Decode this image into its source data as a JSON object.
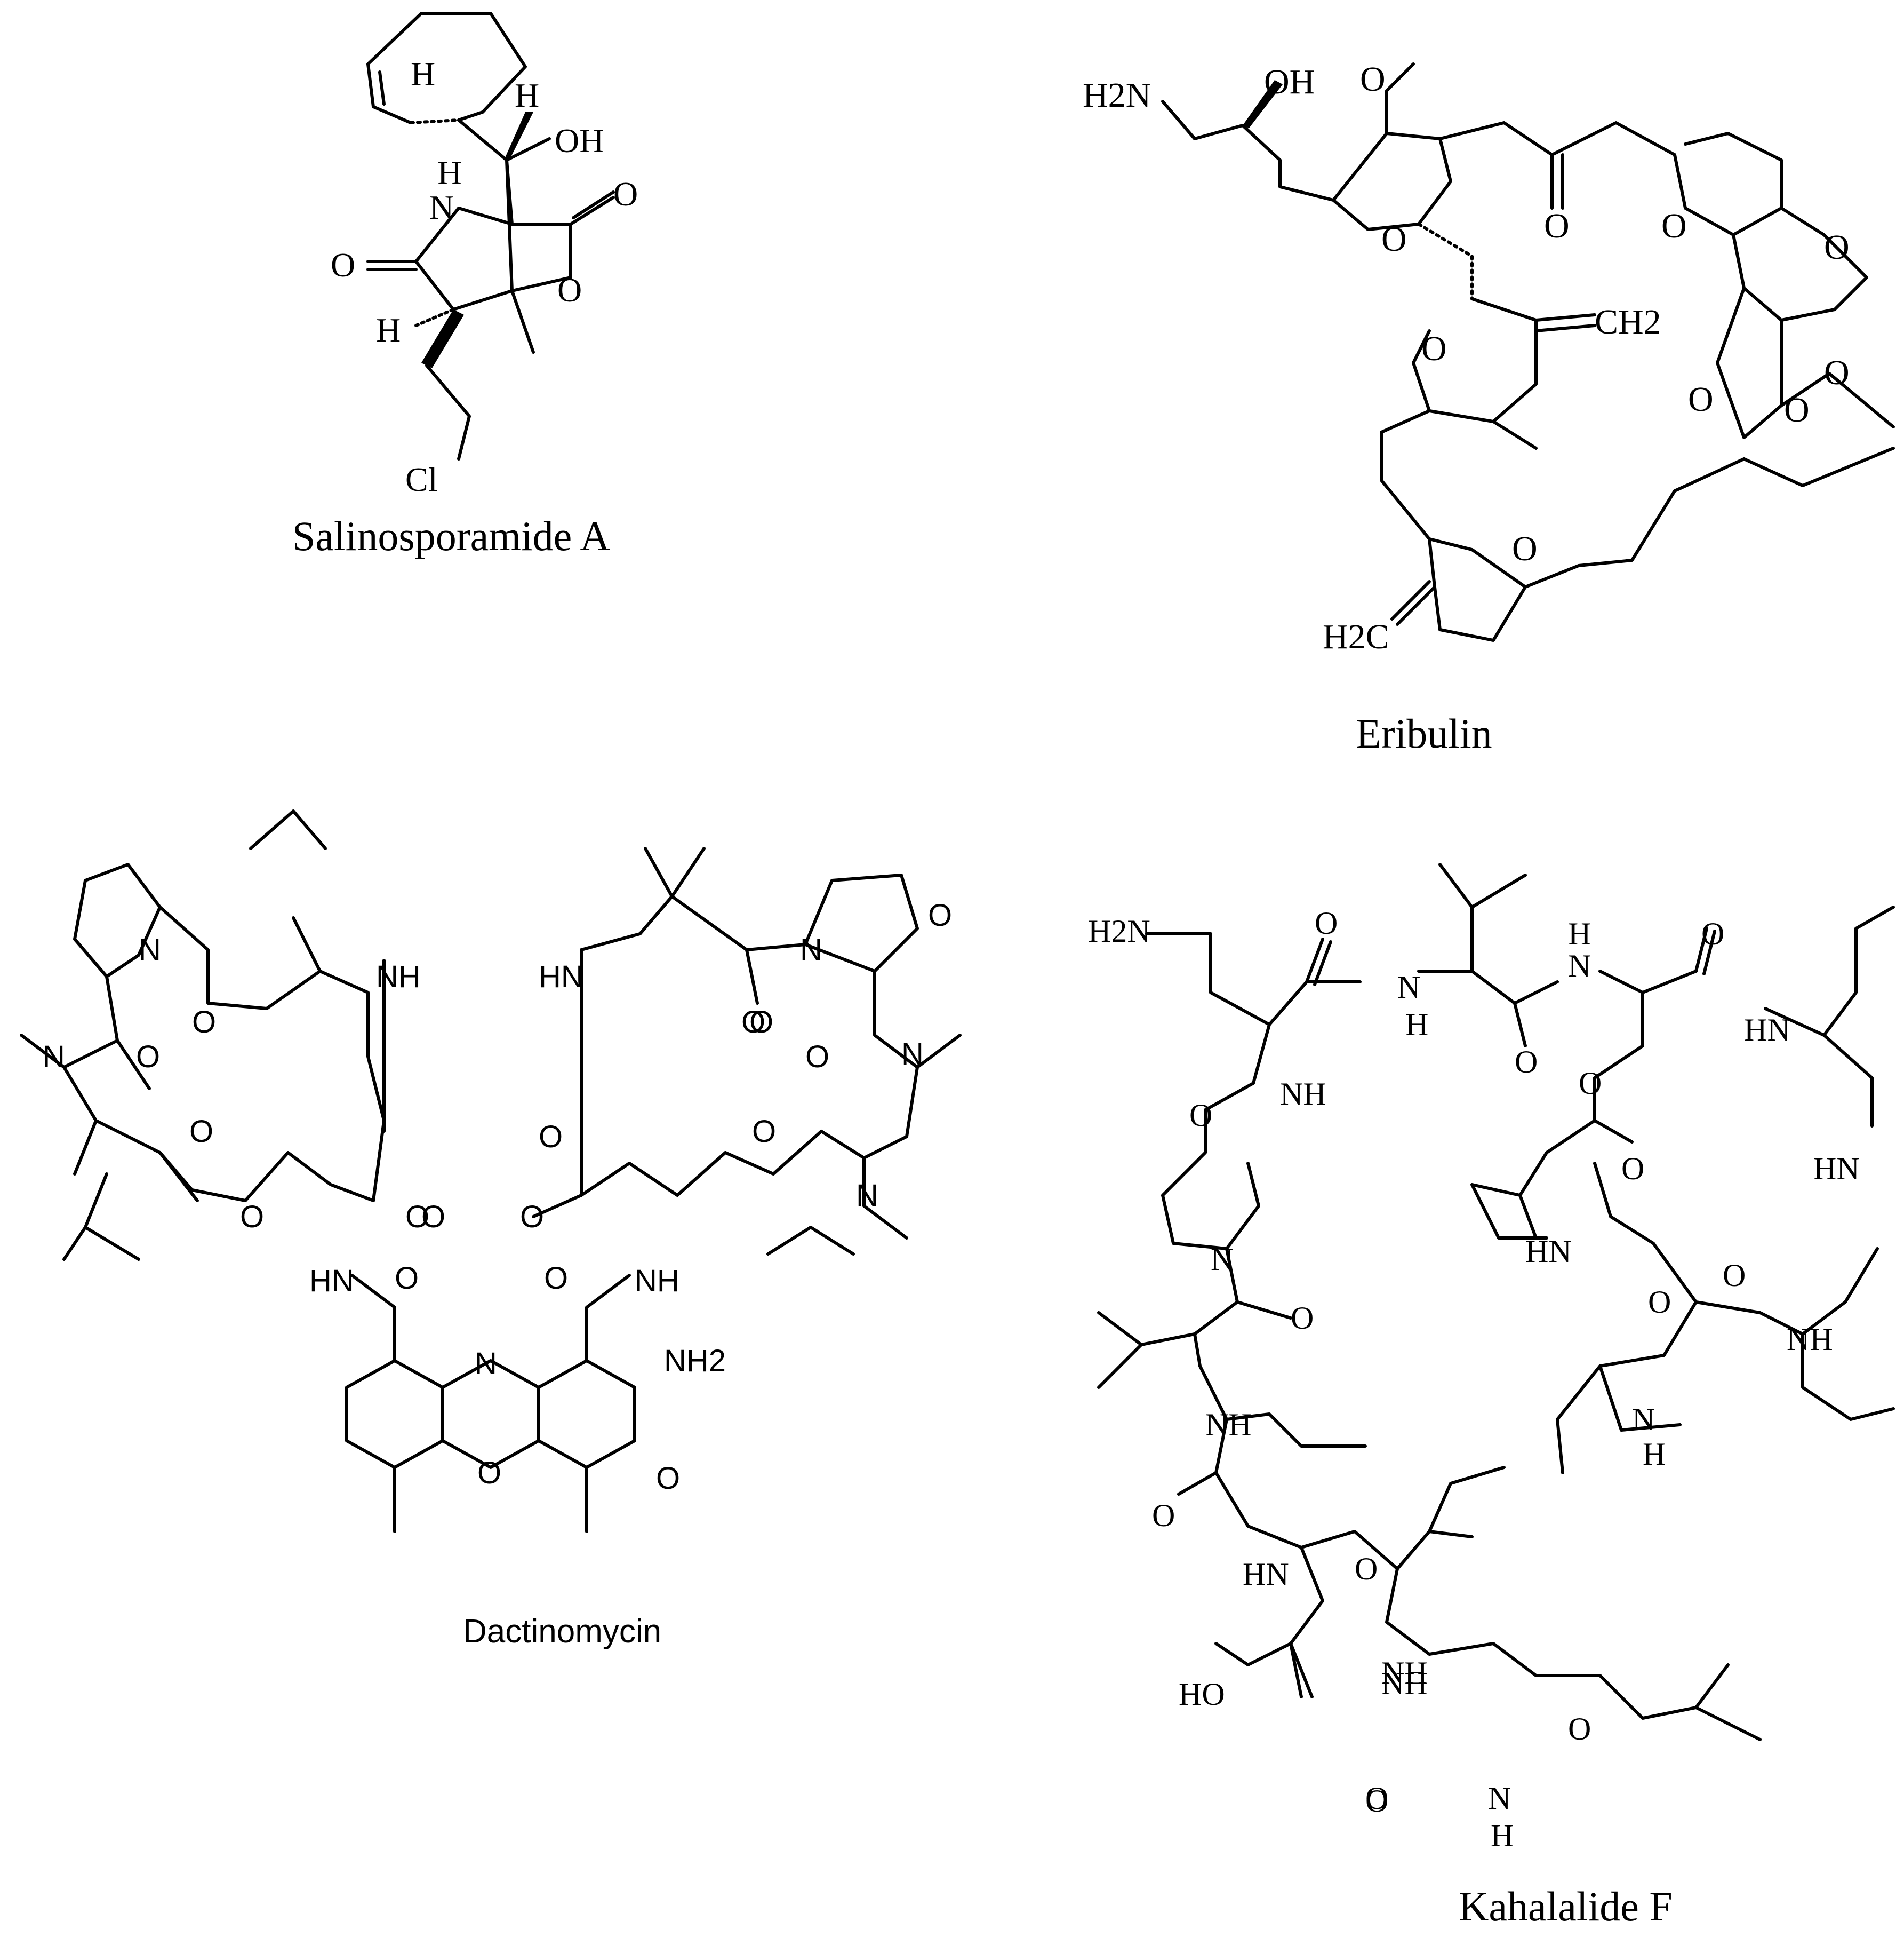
{
  "molecules": [
    {
      "id": "salinosporamide",
      "name": "Salinosporamide A",
      "font": "serif"
    },
    {
      "id": "eribulin",
      "name": "Eribulin",
      "font": "serif"
    },
    {
      "id": "dactinomycin",
      "name": "Dactinomycin",
      "font": "sans"
    },
    {
      "id": "kahalalide",
      "name": "Kahalalide F",
      "font": "serif"
    }
  ],
  "atom_labels": {
    "salinosporamide": [
      "H",
      "H",
      "OH",
      "H",
      "N",
      "O",
      "O",
      "O",
      "H",
      "Cl"
    ],
    "eribulin": [
      "H2N",
      "OH",
      "O",
      "O",
      "O",
      "O",
      "CH2",
      "O",
      "O",
      "O",
      "O",
      "O",
      "O",
      "H2C"
    ],
    "dactinomycin": [
      "N",
      "NH",
      "HN",
      "N",
      "N",
      "O",
      "O",
      "O",
      "O",
      "N",
      "O",
      "O",
      "O",
      "O",
      "O",
      "N",
      "HN",
      "O",
      "O",
      "NH",
      "N",
      "NH2",
      "O",
      "O",
      "O",
      "O",
      "O",
      "O"
    ],
    "kahalalide": [
      "H2N",
      "O",
      "N",
      "H",
      "O",
      "H",
      "N",
      "O",
      "HN",
      "NH",
      "O",
      "O",
      "O",
      "HN",
      "N",
      "O",
      "HN",
      "NH",
      "O",
      "O",
      "NH",
      "N",
      "H",
      "O",
      "HN",
      "O",
      "NH",
      "O",
      "HO",
      "NH",
      "O",
      "O",
      "N",
      "H"
    ]
  },
  "colors": {
    "ink": "#000000",
    "background": "#ffffff"
  }
}
